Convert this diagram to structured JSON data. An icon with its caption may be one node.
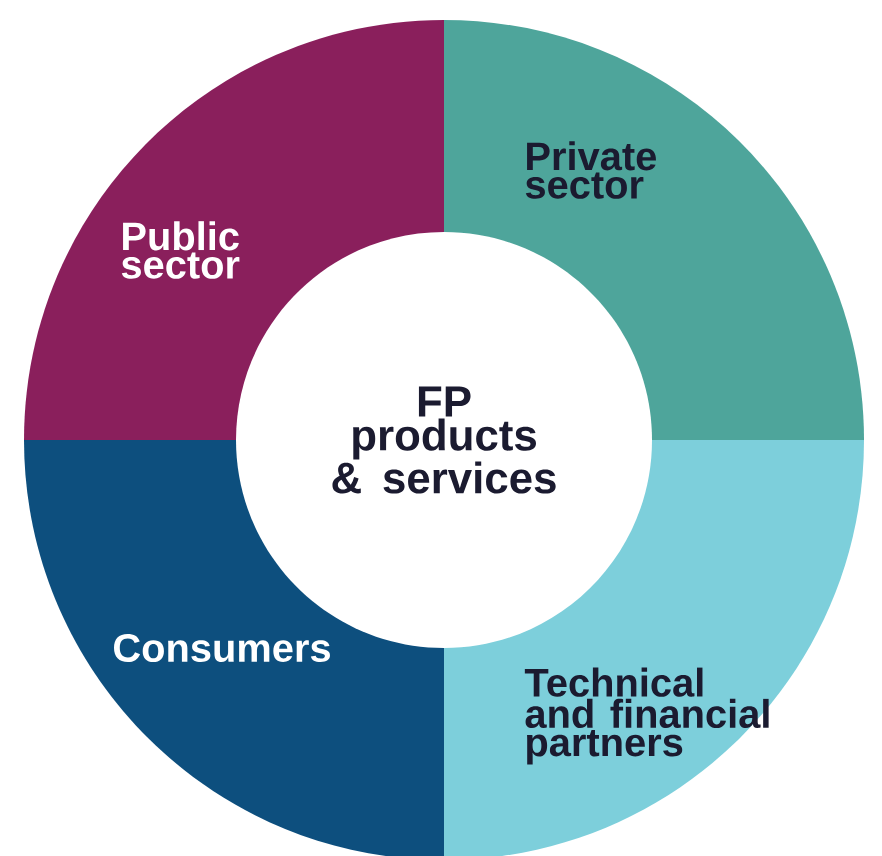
{
  "diagram": {
    "nodes": [
      {
        "text": [
          "Public sector"
        ]
      },
      {
        "text": [
          "Private sector"
        ]
      },
      {
        "text": [
          "FP products & services"
        ]
      },
      {
        "text": [
          "Consumers"
        ]
      },
      {
        "text": [
          "Technical and financial partners"
        ]
      }
    ]
  }
}
